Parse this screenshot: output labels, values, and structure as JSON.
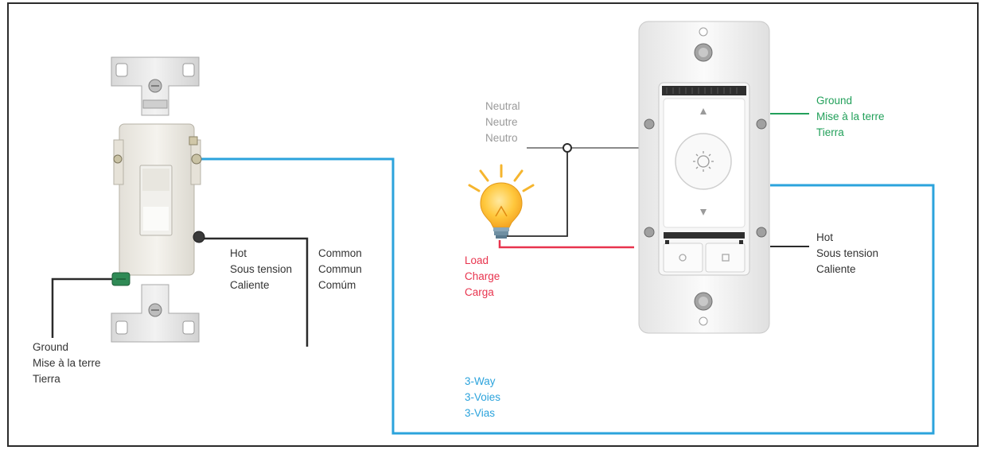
{
  "labels": {
    "neutral": {
      "lines": [
        "Neutral",
        "Neutre",
        "Neutro"
      ],
      "color": "#9a9a9a"
    },
    "ground_right": {
      "lines": [
        "Ground",
        "Mise à la terre",
        "Tierra"
      ],
      "color": "#22a05a"
    },
    "hot_left": {
      "lines": [
        "Hot",
        "Sous tension",
        "Caliente"
      ],
      "color": "#333333"
    },
    "common": {
      "lines": [
        "Common",
        "Commun",
        "Comúm"
      ],
      "color": "#333333"
    },
    "ground_left": {
      "lines": [
        "Ground",
        "Mise à la terre",
        "Tierra"
      ],
      "color": "#333333"
    },
    "load": {
      "lines": [
        "Load",
        "Charge",
        "Carga"
      ],
      "color": "#e8344e"
    },
    "hot_right": {
      "lines": [
        "Hot",
        "Sous tension",
        "Caliente"
      ],
      "color": "#333333"
    },
    "three_way": {
      "lines": [
        "3-Way",
        "3-Voies",
        "3-Vias"
      ],
      "color": "#2ba3dc"
    }
  },
  "wire_colors": {
    "traveler": "#2ba3dc",
    "line": "#2b2b2b",
    "neutral": "#8a8a8a",
    "load": "#e8344e",
    "ground": "#22a05a"
  },
  "icons": {
    "toggle_switch": "toggle-switch-icon",
    "smart_dimmer": "smart-dimmer-icon",
    "bulb": "light-bulb-icon",
    "brightness": "sun-icon"
  }
}
